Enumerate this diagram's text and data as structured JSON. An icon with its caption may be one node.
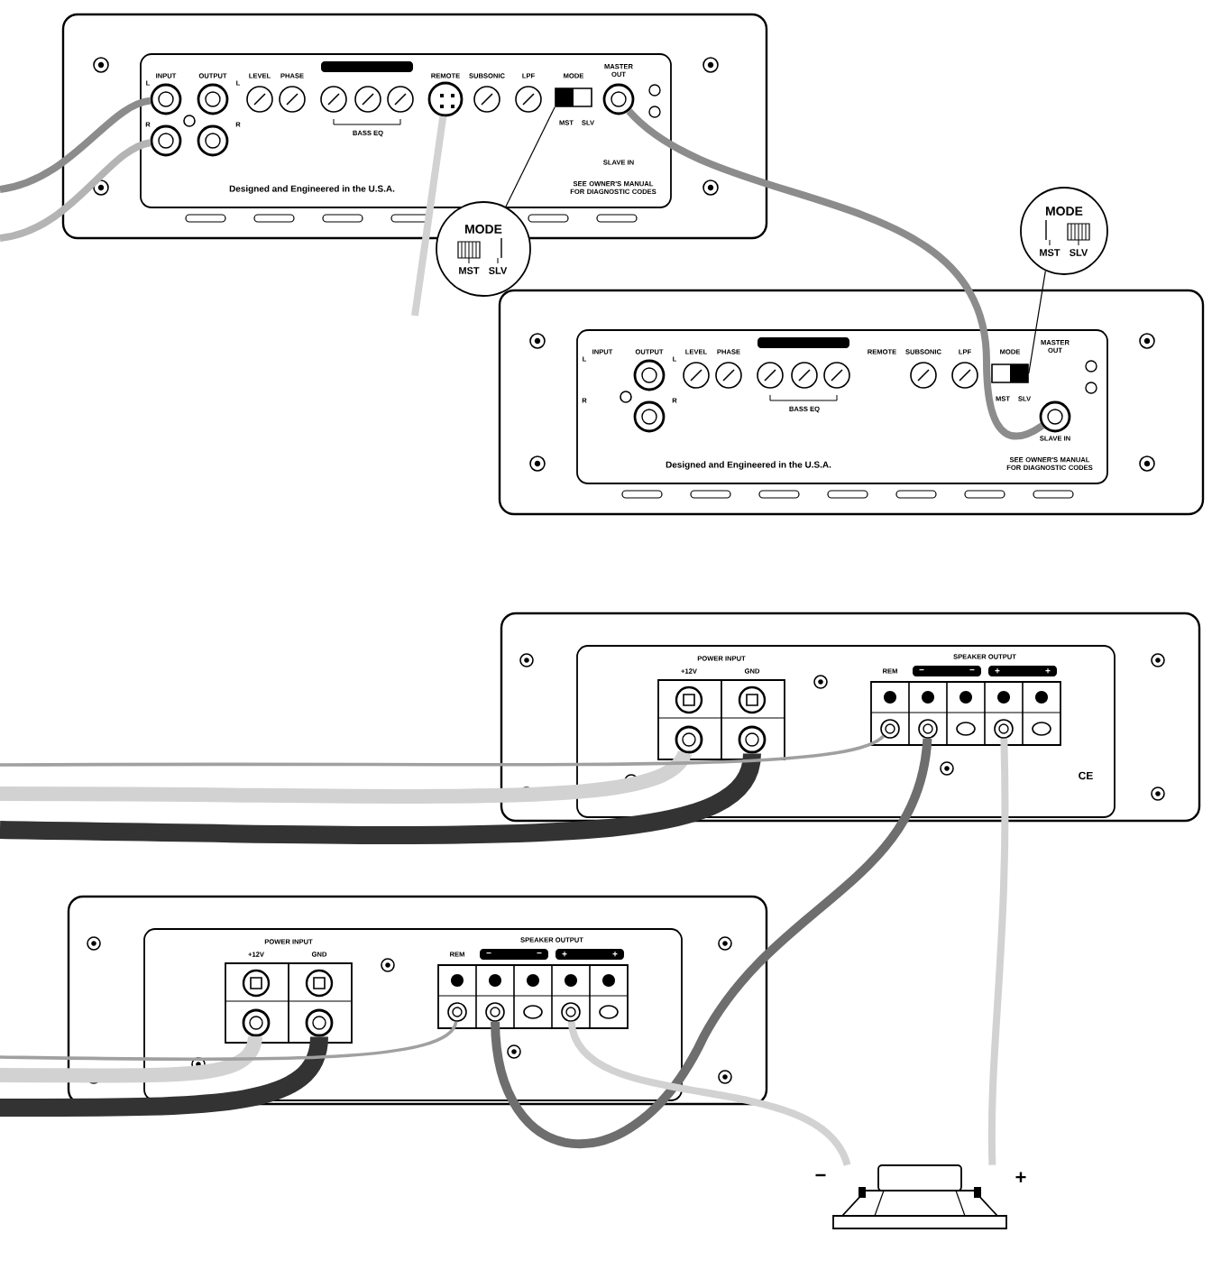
{
  "diagram": {
    "nodes": [
      {
        "text": [],
        "shape": "box"
      },
      {
        "text": [
          "MODE",
          "MST",
          "SLV"
        ]
      },
      {
        "text": [],
        "shape": "box",
        "in": 0
      },
      {
        "text": [],
        "shape": "circle",
        "in": 0
      },
      {
        "text": [],
        "shape": "circle",
        "in": 0
      },
      {
        "text": [],
        "shape": "circle",
        "in": 0
      },
      {
        "text": [],
        "shape": "circle",
        "in": 0
      },
      {
        "text": [],
        "shape": "box"
      },
      {
        "text": [
          "MODE",
          "MST",
          "SLV"
        ]
      },
      {
        "text": [],
        "shape": "box",
        "in": 7
      },
      {
        "text": [],
        "shape": "circle",
        "in": 7
      },
      {
        "text": [],
        "shape": "box"
      },
      {
        "text": [],
        "shape": "circle",
        "in": 11
      },
      {
        "text": [],
        "shape": "circle",
        "in": 11
      },
      {
        "text": [],
        "shape": "circle",
        "in": 11
      },
      {
        "text": [],
        "shape": "circle",
        "in": 11
      },
      {
        "text": [],
        "shape": "circle",
        "in": 11
      },
      {
        "text": [],
        "shape": "box"
      },
      {
        "text": [],
        "shape": "circle",
        "in": 17
      },
      {
        "text": [],
        "shape": "circle",
        "in": 17
      },
      {
        "text": [],
        "shape": "circle",
        "in": 17
      },
      {
        "text": [],
        "shape": "circle",
        "in": 17
      },
      {
        "text": [],
        "shape": "circle",
        "in": 17
      },
      {
        "text": [],
        "shape": "picture",
        "beside": [
          "−",
          "+"
        ]
      },
      {
        "text": [],
        "shape": "circle",
        "in": 0
      },
      {
        "text": [],
        "shape": "circle",
        "in": 0
      },
      {
        "text": [],
        "shape": "circle",
        "in": 7
      },
      {
        "text": [],
        "shape": "circle",
        "in": 7
      }
    ],
    "edges": [
      {
        "from": null,
        "to": 3,
        "arrow": "none",
        "color": "#8c8c8c"
      },
      {
        "from": null,
        "to": 4,
        "arrow": "none",
        "color": "#b4b4b4"
      },
      {
        "from": null,
        "to": 5,
        "arrow": "none",
        "color": "#d2d2d2"
      },
      {
        "from": 6,
        "to": 10,
        "arrow": "none",
        "color": "#8c8c8c"
      },
      {
        "from": 1,
        "to": 2,
        "arrow": "none",
        "color": "#000000"
      },
      {
        "from": 8,
        "to": 9,
        "arrow": "none",
        "color": "#000000"
      },
      {
        "from": null,
        "to": 12,
        "arrow": "none",
        "style": "thick",
        "color": "#d2d2d2"
      },
      {
        "from": null,
        "to": 13,
        "arrow": "none",
        "style": "thick",
        "color": "#333333"
      },
      {
        "from": null,
        "to": 14,
        "arrow": "none",
        "color": "#a0a0a0"
      },
      {
        "from": 15,
        "to": 21,
        "arrow": "none",
        "color": "#6e6e6e"
      },
      {
        "from": 16,
        "to": 23,
        "arrow": "none",
        "color": "#d2d2d2"
      },
      {
        "from": null,
        "to": 18,
        "arrow": "none",
        "style": "thick",
        "color": "#d2d2d2"
      },
      {
        "from": null,
        "to": 19,
        "arrow": "none",
        "style": "thick",
        "color": "#333333"
      },
      {
        "from": null,
        "to": 20,
        "arrow": "none",
        "color": "#a0a0a0"
      },
      {
        "from": 22,
        "to": 23,
        "arrow": "none",
        "color": "#d2d2d2"
      }
    ],
    "labels": [
      "L",
      "INPUT",
      "OUTPUT",
      "L",
      "R",
      "R",
      "LEVEL",
      "PHASE",
      "BASS EQ",
      "REMOTE",
      "SUBSONIC",
      "LPF",
      "MODE",
      "MST",
      "SLV",
      "MASTER OUT",
      "SLAVE IN",
      "Designed and Engineered in the U.S.A.",
      "SEE OWNER'S MANUAL FOR DIAGNOSTIC CODES",
      "L",
      "INPUT",
      "OUTPUT",
      "L",
      "R",
      "R",
      "LEVEL",
      "PHASE",
      "BASS EQ",
      "REMOTE",
      "SUBSONIC",
      "LPF",
      "MODE",
      "MST",
      "SLV",
      "MASTER OUT",
      "SLAVE IN",
      "Designed and Engineered in the U.S.A.",
      "SEE OWNER'S MANUAL FOR DIAGNOSTIC CODES",
      "POWER INPUT",
      "+12V",
      "GND",
      "REM",
      "SPEAKER OUTPUT",
      "−",
      "−",
      "+",
      "+",
      "CE",
      "POWER INPUT",
      "+12V",
      "GND",
      "REM",
      "SPEAKER OUTPUT",
      "−",
      "−",
      "+",
      "+"
    ]
  }
}
